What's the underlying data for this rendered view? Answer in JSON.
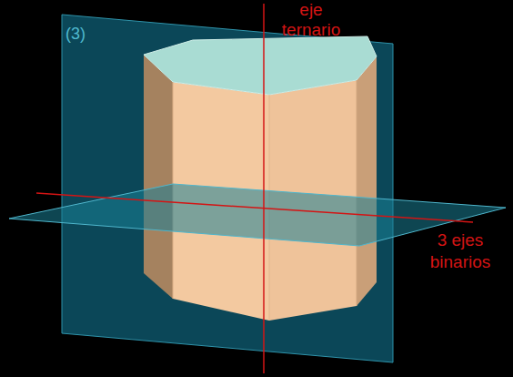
{
  "diagram": {
    "labels": [
      "(3)",
      "eje ternario",
      "3 ejes binarios"
    ]
  }
}
